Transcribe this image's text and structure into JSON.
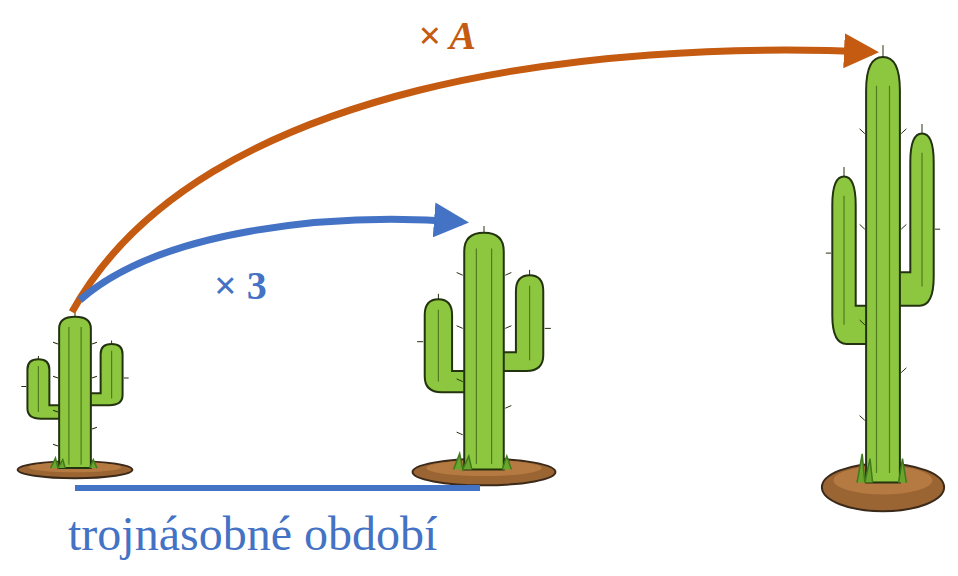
{
  "diagram": {
    "labels": [
      "× A",
      "× 3",
      "trojnásobné období"
    ]
  }
}
